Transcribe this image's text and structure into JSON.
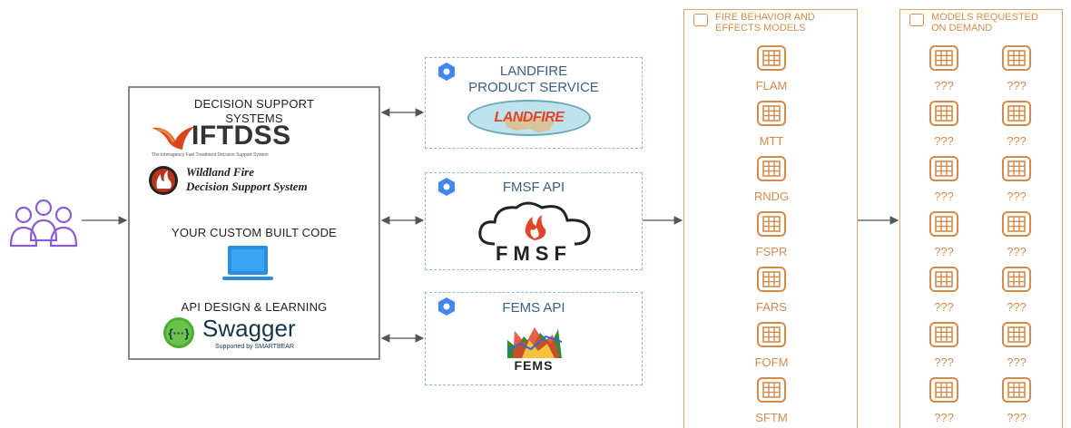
{
  "dss": {
    "title": "DECISION SUPPORT\nSYSTEMS",
    "iftdss_name": "IFTDSS",
    "iftdss_tagline": "The Interagency Fuel Treatment Decision Support System",
    "wfdss_line1": "Wildland Fire",
    "wfdss_line2": "Decision Support System",
    "custom_code": "YOUR CUSTOM BUILT CODE",
    "api_design": "API DESIGN & LEARNING",
    "swagger_name": "Swagger",
    "swagger_sub": "Supported by SMARTBEAR"
  },
  "apis": [
    {
      "title": "LANDFIRE\nPRODUCT SERVICE",
      "logo_text": "LANDFIRE"
    },
    {
      "title": "FMSF API",
      "logo_text": "FMSF"
    },
    {
      "title": "FEMS API",
      "logo_text": "FEMS"
    }
  ],
  "fire_models": {
    "title_line1": "FIRE BEHAVIOR AND",
    "title_line2": "EFFECTS MODELS",
    "items": [
      "FLAM",
      "MTT",
      "RNDG",
      "FSPR",
      "FARS",
      "FOFM",
      "SFTM"
    ]
  },
  "on_demand": {
    "title_line1": "MODELS REQUESTED",
    "title_line2": "ON DEMAND",
    "placeholder": "???"
  },
  "colors": {
    "orange": "#d58a4a",
    "blue_title": "#3b5f86",
    "user_purple": "#8c5bd6",
    "arrow": "#555555"
  }
}
